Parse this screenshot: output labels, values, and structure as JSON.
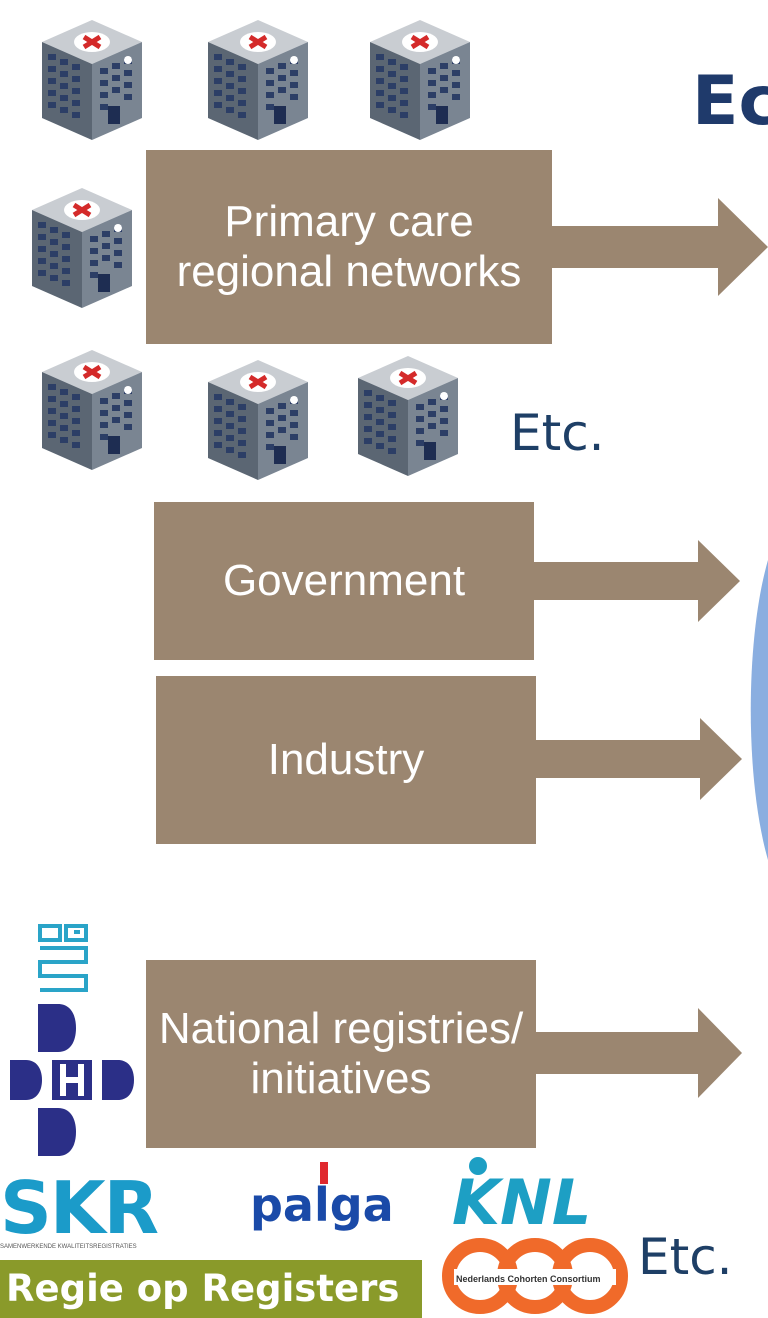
{
  "title": "Ec",
  "flows": {
    "primary_care": "Primary care regional networks",
    "government": "Government",
    "industry": "Industry",
    "national": "National registries/ initiatives"
  },
  "etc_labels": {
    "hospitals": "Etc.",
    "logos": "Etc."
  },
  "logos": {
    "cbs": "cbs-logo",
    "dhd": "DHD",
    "skr": "SKR",
    "skr_sub": "SAMENWERKENDE KWALITEITSREGISTRATIES",
    "palga": "palga",
    "knl": "KNL",
    "ncc": "Nederlands Cohorten Consortium",
    "regie": "Regie op Registers"
  },
  "icons": {
    "hospital": "hospital-building-icon",
    "arrow": "right-arrow-icon"
  },
  "colors": {
    "box": "#9b8670",
    "title": "#1f3a6b",
    "etc": "#1e3f66",
    "dhd": "#2b2f87",
    "skr": "#1b9bc9",
    "palga": "#1a4aa8",
    "knl": "#1d9fc4",
    "ncc": "#f06a2a",
    "regie_bg": "#8a9a2a",
    "blue_shape": "#8aaee0"
  }
}
